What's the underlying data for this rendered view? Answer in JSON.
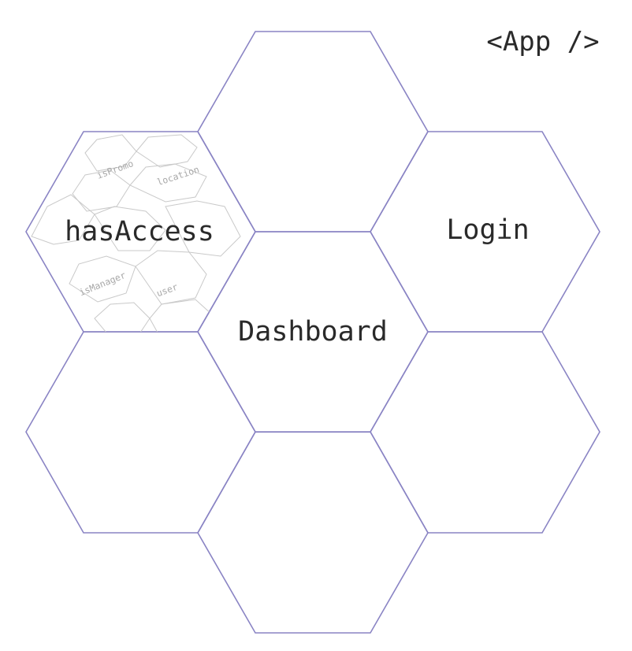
{
  "component_name": "<App />",
  "hexagons": {
    "top": {
      "label": ""
    },
    "upper_left": {
      "label": "hasAccess",
      "props": [
        "isPromo",
        "location",
        "isManager",
        "user"
      ]
    },
    "upper_right": {
      "label": "Login"
    },
    "center": {
      "label": "Dashboard"
    },
    "lower_left": {
      "label": ""
    },
    "lower_right": {
      "label": ""
    },
    "bottom": {
      "label": ""
    }
  },
  "colors": {
    "hex_stroke": "#8a84c4",
    "mini_hex_stroke": "#c9c9c9",
    "label_text": "#2a2a2a",
    "mini_label_text": "#a8a8a8"
  }
}
